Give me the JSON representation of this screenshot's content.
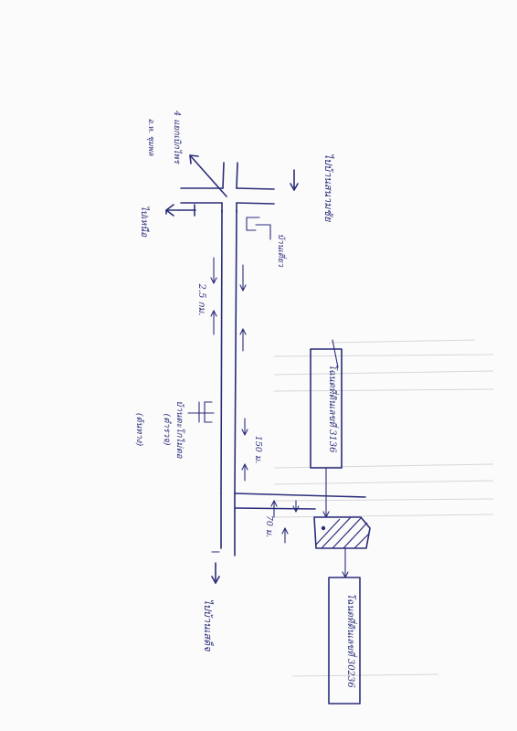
{
  "labels": {
    "top_right_road": "ไปบ้านสนามชัย",
    "top_left_road": "4 แยกเบิกไพร",
    "top_left_road_line2": "อ.ห. ชุมพล",
    "left_road": "ไปเหนือ",
    "small_house": "บ้านเดี่ยว",
    "distance_upper": "2.5 กม.",
    "temple_line1": "บ้านตะโกไม่ตอ",
    "temple_line2": "(ตำรวจ)",
    "temple_line3": "(ต้นทาง)",
    "distance_middle": "150 ม.",
    "distance_lower": "70 ม.",
    "parcel_upper": "โฉนดที่ดินเลขที่ 3136",
    "parcel_lower": "โฉนดที่ดินเลขที่ 30236",
    "bottom_road": "ไปบ้านเสด็จ"
  },
  "colors": {
    "ink": "#2b2d7a",
    "paper": "#fbfbfb"
  }
}
